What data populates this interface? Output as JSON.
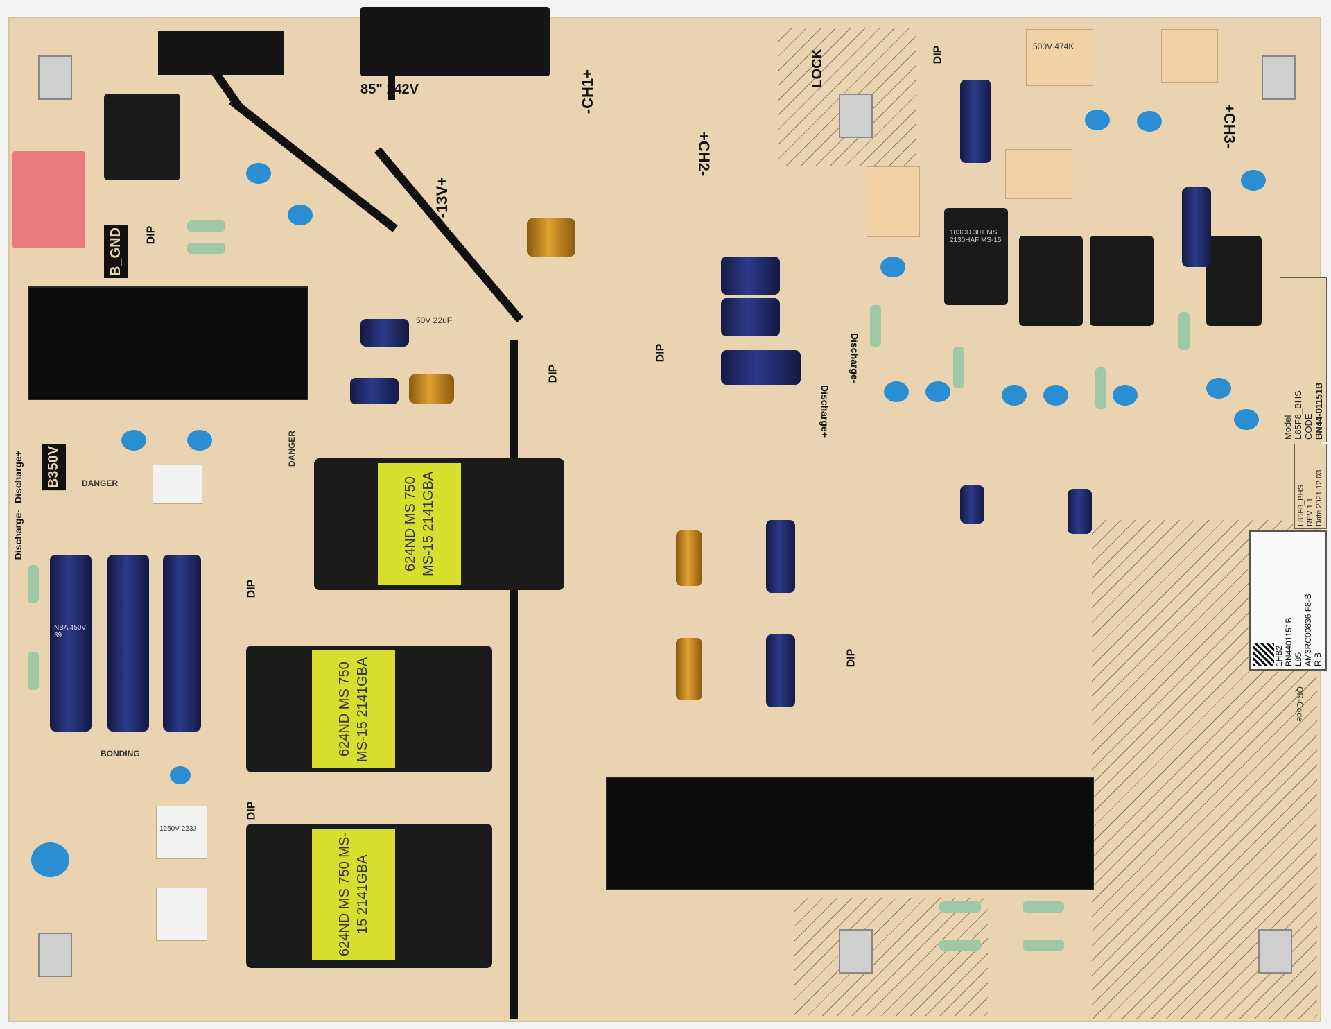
{
  "labels": {
    "voltage": "85\" 142V",
    "b350v": "B350V",
    "bgnd": "B_GND",
    "lock": "LOCK",
    "ch1": "-CH1+",
    "ch2": "+CH2-",
    "ch3": "+CH3-",
    "v13": "-13V+",
    "discharge_plus": "Discharge+",
    "discharge_minus": "Discharge-",
    "danger": "DANGER",
    "bonding": "BONDING",
    "dip": "DIP",
    "qr_code": "QR-Code"
  },
  "transformer_text": "624ND MS 750 MS-15 2141GBA",
  "inductor_text": "183CD 301 MS 2130HAF MS-15",
  "model_table": {
    "model_label": "Model",
    "model": "L85F8_BHS",
    "code_label": "CODE",
    "code": "BN44-01151B",
    "rev": "REV 1.1",
    "date": "Date 2021.12.03"
  },
  "sticker": {
    "line1": "1HB2",
    "line2": "BN4401151B",
    "line3": "L85",
    "line4": "AM3RC00836  F8-B",
    "line5": "R.B"
  },
  "caps": {
    "film": "500V 474K",
    "bulk": "NBA 450V 39",
    "small": "50V 22uF",
    "y_cap": "1250V 223J"
  }
}
